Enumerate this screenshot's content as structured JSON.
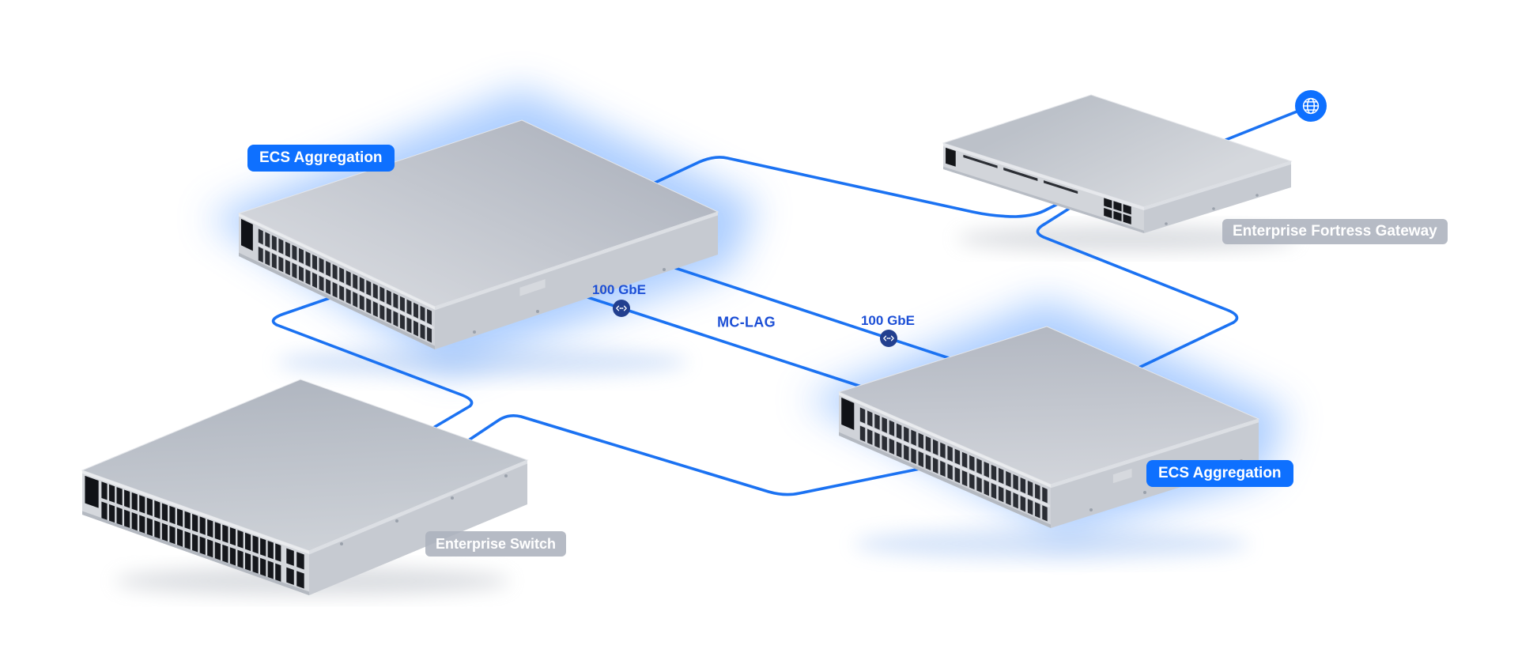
{
  "page": {
    "background": "#ffffff"
  },
  "colors": {
    "link_blue": "#1B72F2",
    "accent_blue": "#0E70FF",
    "badge_navy": "#223F8F",
    "label_text_blue": "#1C4FD6",
    "chip_gray": "rgba(172,178,189,0.88)"
  },
  "devices": {
    "ecs_agg_left": {
      "label": "ECS Aggregation"
    },
    "ecs_agg_right": {
      "label": "ECS Aggregation"
    },
    "gateway": {
      "label": "Enterprise Fortress Gateway"
    },
    "enterprise_switch": {
      "label": "Enterprise Switch"
    }
  },
  "links": {
    "mclag_label": "MC-LAG",
    "speed_label_1": "100 GbE",
    "speed_label_2": "100 GbE",
    "internet_icon": "globe-icon",
    "speed_icon": "link-speed-icon"
  }
}
